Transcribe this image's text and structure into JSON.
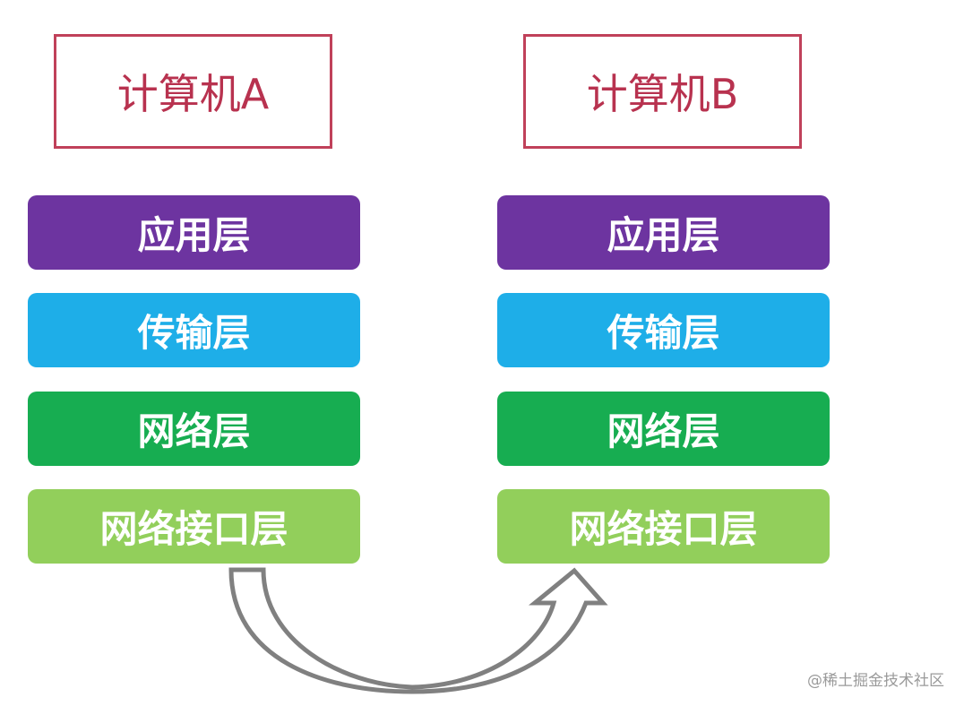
{
  "computers": [
    {
      "title": "计算机A",
      "layers": [
        "应用层",
        "传输层",
        "网络层",
        "网络接口层"
      ]
    },
    {
      "title": "计算机B",
      "layers": [
        "应用层",
        "传输层",
        "网络层",
        "网络接口层"
      ]
    }
  ],
  "layer_colors": [
    "#6d34a0",
    "#1eaee8",
    "#17ad51",
    "#92cf5b"
  ],
  "arrow_color": "#808080",
  "watermark": "@稀土掘金技术社区"
}
